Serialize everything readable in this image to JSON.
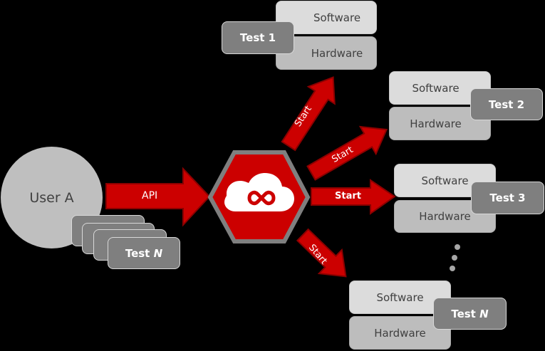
{
  "colors": {
    "background": "#000000",
    "accent_red": "#cc0000",
    "hub_border": "#7f7f7f",
    "software_fill": "#dcdcdc",
    "hardware_fill": "#bdbdbd",
    "test_fill": "#7f7f7f",
    "user_fill": "#bfbfbf"
  },
  "user": {
    "label": "User A"
  },
  "test_stack": {
    "label_prefix": "Test ",
    "label_var": "N"
  },
  "api_arrow": {
    "label": "API"
  },
  "hub": {
    "icon": "cloud-infinity-icon"
  },
  "start_arrows": [
    {
      "label": "Start",
      "target": "Test 1"
    },
    {
      "label": "Start",
      "target": "Test 2"
    },
    {
      "label": "Start",
      "target": "Test 3"
    },
    {
      "label": "Start",
      "target": "Test N"
    }
  ],
  "test_groups": [
    {
      "test_label": "Test 1",
      "software": "Software",
      "hardware": "Hardware"
    },
    {
      "test_label": "Test 2",
      "software": "Software",
      "hardware": "Hardware"
    },
    {
      "test_label": "Test 3",
      "software": "Software",
      "hardware": "Hardware"
    },
    {
      "test_label_prefix": "Test ",
      "test_label_var": "N",
      "software": "Software",
      "hardware": "Hardware"
    }
  ],
  "ellipsis": {
    "icon": "vertical-ellipsis-icon"
  }
}
